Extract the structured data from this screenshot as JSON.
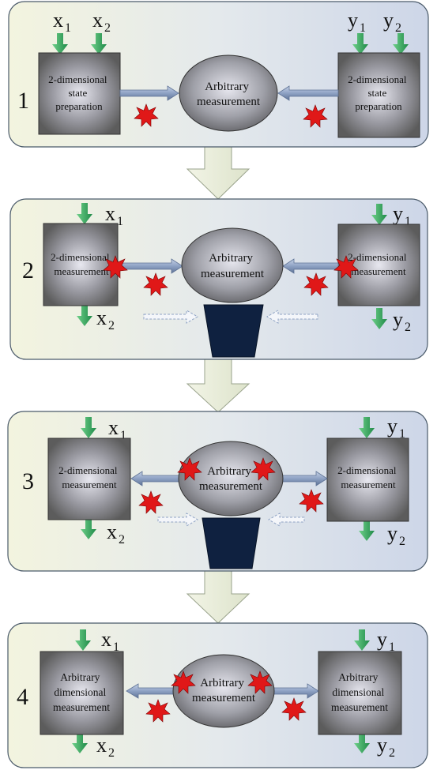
{
  "panels": [
    {
      "number": "1",
      "left_label": [
        "2-dimensional",
        "state",
        "preparation"
      ],
      "center_label": [
        "Arbitrary",
        "measurement"
      ],
      "right_label": [
        "2-dimensional",
        "state",
        "preparation"
      ],
      "inputs_left": [
        {
          "base": "x",
          "sub": "1"
        },
        {
          "base": "x",
          "sub": "2"
        }
      ],
      "inputs_right": [
        {
          "base": "y",
          "sub": "1"
        },
        {
          "base": "y",
          "sub": "2"
        }
      ]
    },
    {
      "number": "2",
      "left_label": [
        "2-dimensional",
        "measurement"
      ],
      "center_label": [
        "Arbitrary",
        "measurement"
      ],
      "right_label": [
        "2-dimensional",
        "measurement"
      ],
      "left_in": {
        "base": "x",
        "sub": "1"
      },
      "left_out": {
        "base": "x",
        "sub": "2"
      },
      "right_in": {
        "base": "y",
        "sub": "1"
      },
      "right_out": {
        "base": "y",
        "sub": "2"
      }
    },
    {
      "number": "3",
      "left_label": [
        "2-dimensional",
        "measurement"
      ],
      "center_label": [
        "Arbitrary",
        "measurement"
      ],
      "right_label": [
        "2-dimensional",
        "measurement"
      ],
      "left_in": {
        "base": "x",
        "sub": "1"
      },
      "left_out": {
        "base": "x",
        "sub": "2"
      },
      "right_in": {
        "base": "y",
        "sub": "1"
      },
      "right_out": {
        "base": "y",
        "sub": "2"
      }
    },
    {
      "number": "4",
      "left_label": [
        "Arbitrary",
        "dimensional",
        "measurement"
      ],
      "center_label": [
        "Arbitrary",
        "measurement"
      ],
      "right_label": [
        "Arbitrary",
        "dimensional",
        "measurement"
      ],
      "left_in": {
        "base": "x",
        "sub": "1"
      },
      "left_out": {
        "base": "x",
        "sub": "2"
      },
      "right_in": {
        "base": "y",
        "sub": "1"
      },
      "right_out": {
        "base": "y",
        "sub": "2"
      }
    }
  ],
  "colors": {
    "panel_fill": "#eef2e0",
    "panel_stroke": "#4a5a6a",
    "box_dark": "#5a5a5a",
    "box_light": "#d9d9e0",
    "arrow_green": "#2fa35a",
    "arrow_blue": "#8fa3c4",
    "star_red": "#e01818",
    "detector": "#0f2140",
    "flow_arrow": "#e9eedc"
  }
}
